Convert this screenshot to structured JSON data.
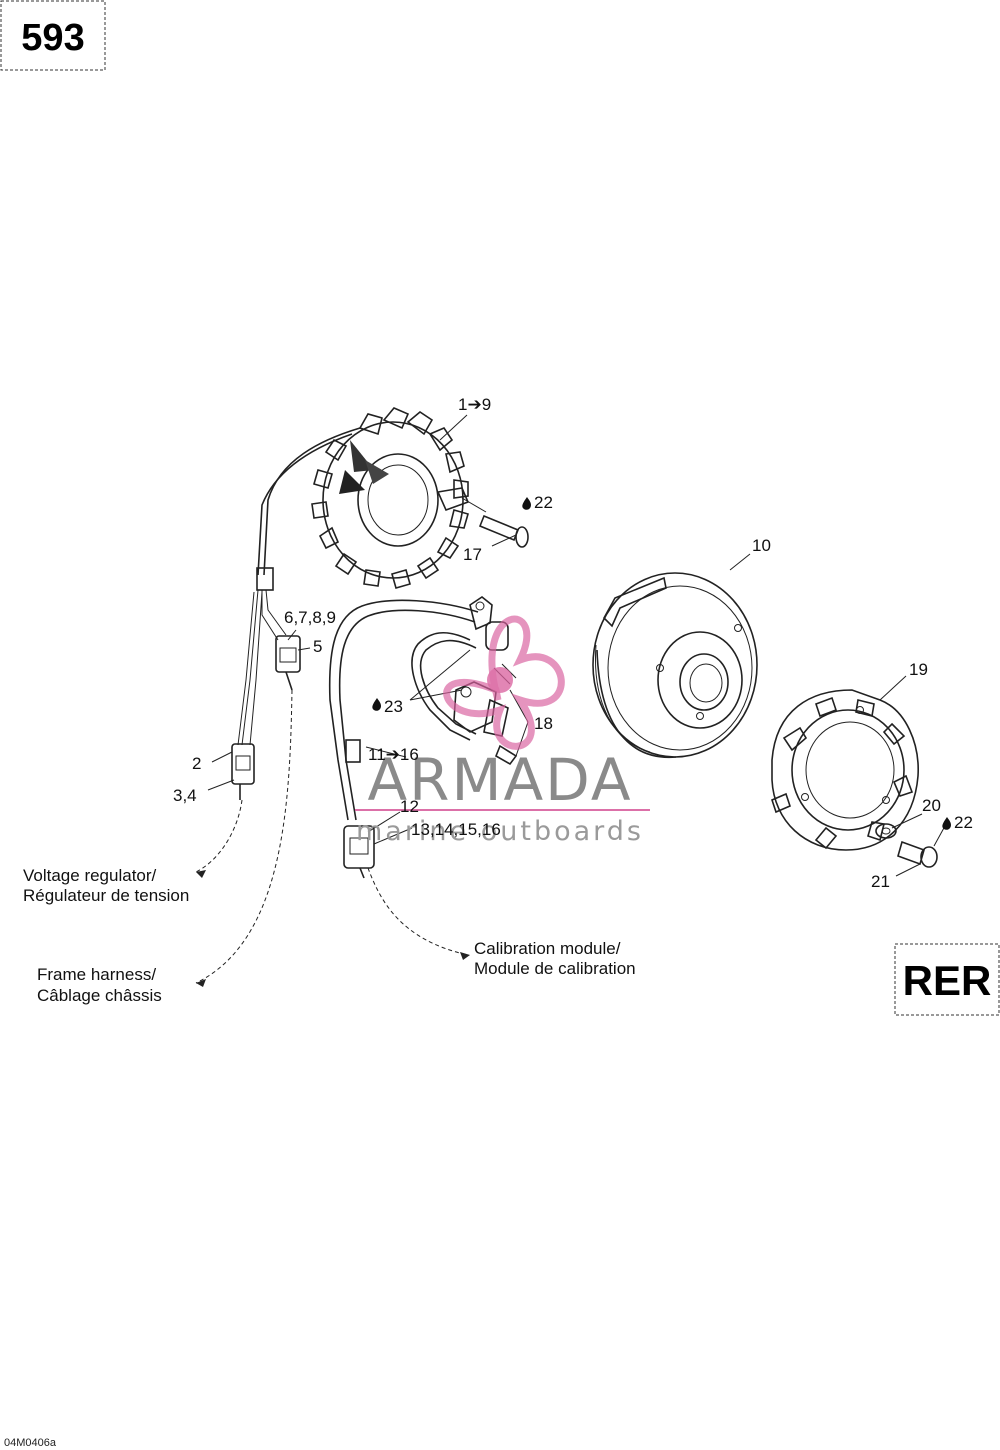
{
  "page_badge": "593",
  "region_badge": "RER",
  "drawing_code": "04M0406a",
  "watermark": {
    "brand": "ARMADA",
    "tagline": "marine outboards",
    "accent_color": "#d9619f",
    "text_color": "#8a8a8a"
  },
  "callouts": [
    {
      "id": "c-1-9",
      "text": "1➔9"
    },
    {
      "id": "c-22a",
      "text": "22",
      "icon": "oil-drop-icon"
    },
    {
      "id": "c-17",
      "text": "17"
    },
    {
      "id": "c-10",
      "text": "10"
    },
    {
      "id": "c-6789",
      "text": "6,7,8,9"
    },
    {
      "id": "c-5",
      "text": "5"
    },
    {
      "id": "c-19",
      "text": "19"
    },
    {
      "id": "c-23",
      "text": "23",
      "icon": "oil-drop-icon"
    },
    {
      "id": "c-18",
      "text": "18"
    },
    {
      "id": "c-2",
      "text": "2"
    },
    {
      "id": "c-11-16",
      "text": "11➔16"
    },
    {
      "id": "c-34",
      "text": "3,4"
    },
    {
      "id": "c-12",
      "text": "12"
    },
    {
      "id": "c-20",
      "text": "20"
    },
    {
      "id": "c-22b",
      "text": "22",
      "icon": "oil-drop-icon"
    },
    {
      "id": "c-13-16",
      "text": "13,14,15,16"
    },
    {
      "id": "c-21",
      "text": "21"
    }
  ],
  "notes": {
    "voltage_regulator": [
      "Voltage regulator/",
      "Régulateur de tension"
    ],
    "frame_harness": [
      "Frame harness/",
      "Câblage châssis"
    ],
    "calibration_module": [
      "Calibration module/",
      "Module de calibration"
    ]
  }
}
